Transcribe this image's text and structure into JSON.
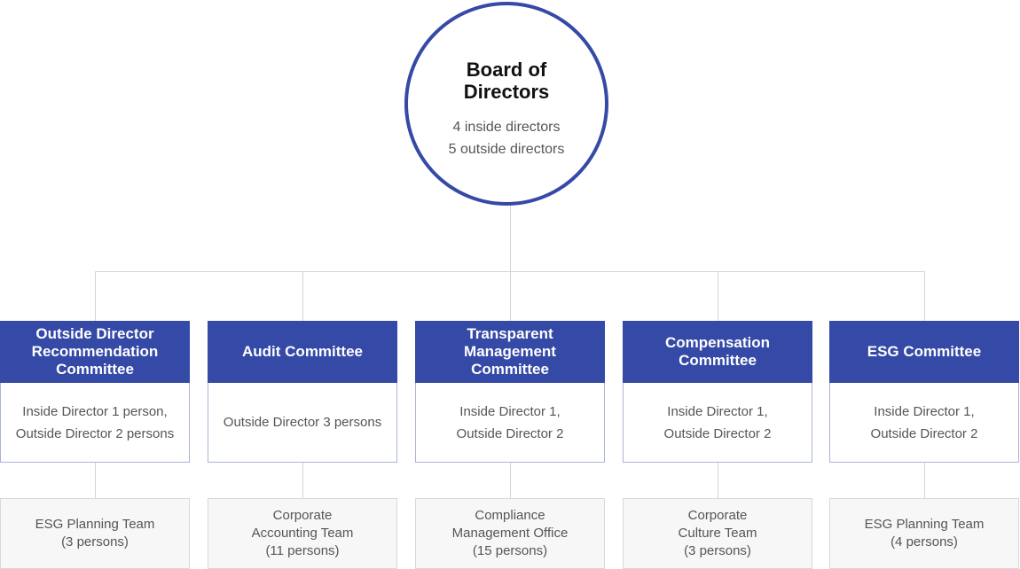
{
  "board": {
    "title": "Board of\nDirectors",
    "subtitle": "4 inside directors\n5 outside directors"
  },
  "colors": {
    "accent": "#3549a6",
    "connector": "#d4d4d4"
  },
  "committees": [
    {
      "name": "Outside Director\nRecommendation\nCommittee",
      "members": "Inside Director 1 person,\nOutside Director 2 persons",
      "team": "ESG Planning Team\n(3 persons)"
    },
    {
      "name": "Audit Committee",
      "members": "Outside Director 3 persons",
      "team": "Corporate\nAccounting Team\n(11 persons)"
    },
    {
      "name": "Transparent\nManagement\nCommittee",
      "members": "Inside Director 1,\nOutside Director 2",
      "team": "Compliance\nManagement Office\n(15 persons)"
    },
    {
      "name": "Compensation\nCommittee",
      "members": "Inside Director 1,\nOutside Director 2",
      "team": "Corporate\nCulture Team\n(3 persons)"
    },
    {
      "name": "ESG Committee",
      "members": "Inside Director 1,\nOutside Director 2",
      "team": "ESG Planning Team\n(4 persons)"
    }
  ]
}
